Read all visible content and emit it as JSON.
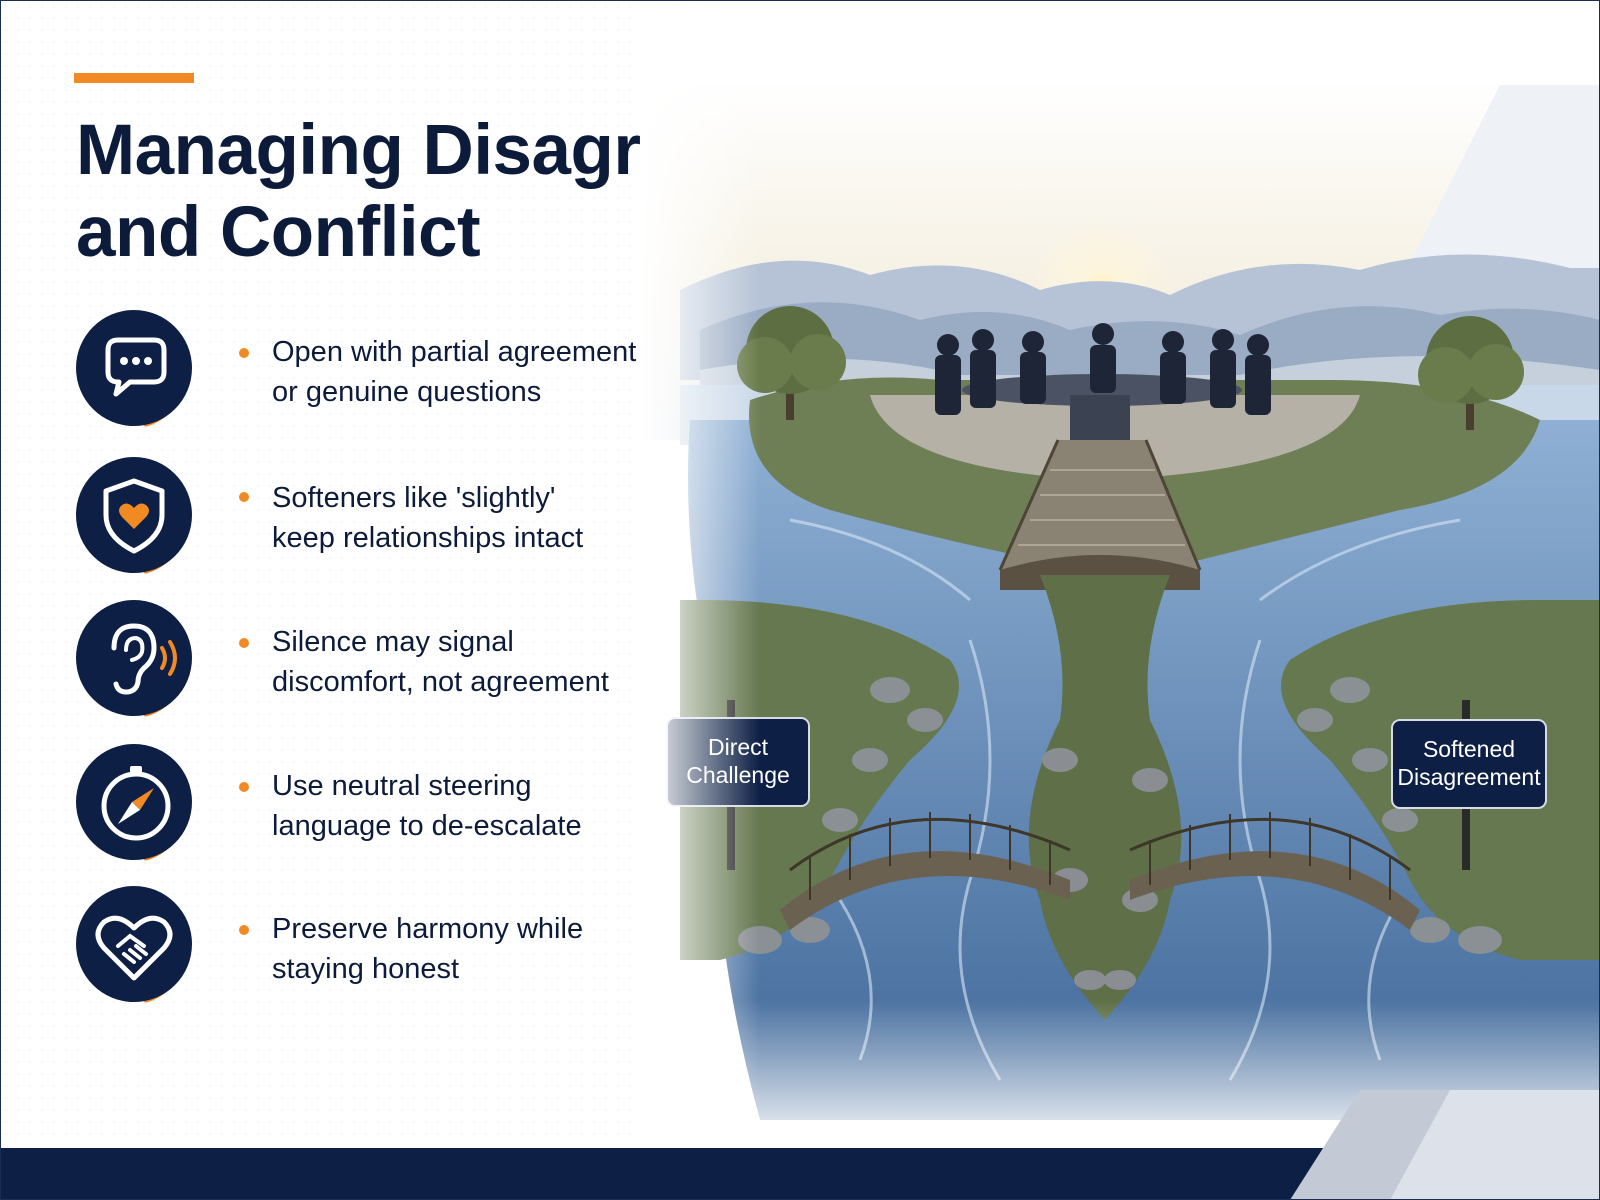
{
  "slide": {
    "title_lines": [
      "Managing Disagreement",
      "and Conflict"
    ],
    "bullets": [
      {
        "icon": "speech-bubble-icon",
        "lines": [
          "Open with partial agreement",
          "or genuine questions"
        ]
      },
      {
        "icon": "shield-heart-icon",
        "lines": [
          "Softeners like 'slightly'",
          "keep relationships intact"
        ]
      },
      {
        "icon": "ear-icon",
        "lines": [
          "Silence may signal",
          "discomfort, not agreement"
        ]
      },
      {
        "icon": "compass-icon",
        "lines": [
          "Use neutral steering",
          "language to de-escalate"
        ]
      },
      {
        "icon": "handshake-heart-icon",
        "lines": [
          "Preserve harmony while",
          "staying honest"
        ]
      }
    ],
    "signs": {
      "left": [
        "Direct",
        "Challenge"
      ],
      "right": [
        "Softened",
        "Disagreement"
      ]
    }
  },
  "colors": {
    "navy": "#0d1b3a",
    "accent_orange": "#f28a24",
    "footer_navy": "#0d1f45",
    "river_blue": "#5f86b5"
  }
}
